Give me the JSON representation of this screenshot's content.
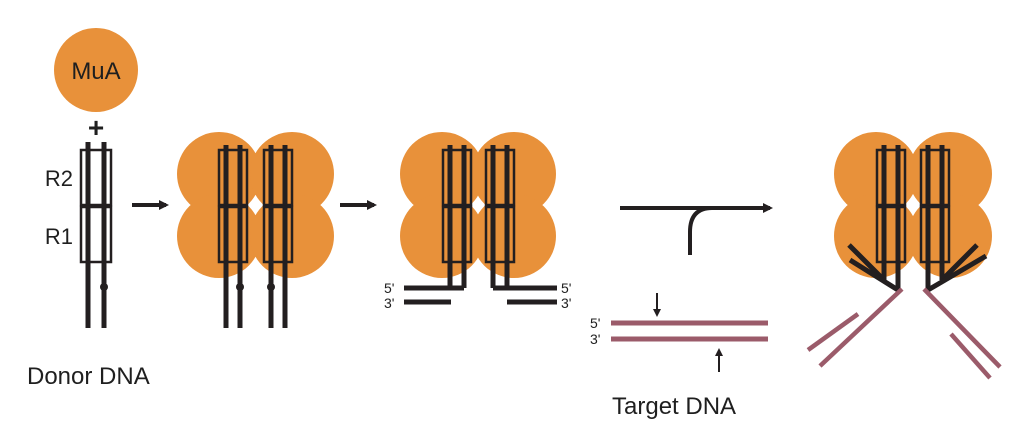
{
  "colors": {
    "protein": "#E8913A",
    "dna": "#231F20",
    "target": "#9B5B6A",
    "background": "#FFFFFF"
  },
  "labels": {
    "mua": "MuA",
    "plus": "+",
    "r2": "R2",
    "r1": "R1",
    "donor": "Donor DNA",
    "target": "Target DNA",
    "five_prime": "5'",
    "three_prime": "3'"
  },
  "icons": {
    "arrow": "right-arrow-icon",
    "cleavage_mark": "cleavage-arrow-icon"
  }
}
